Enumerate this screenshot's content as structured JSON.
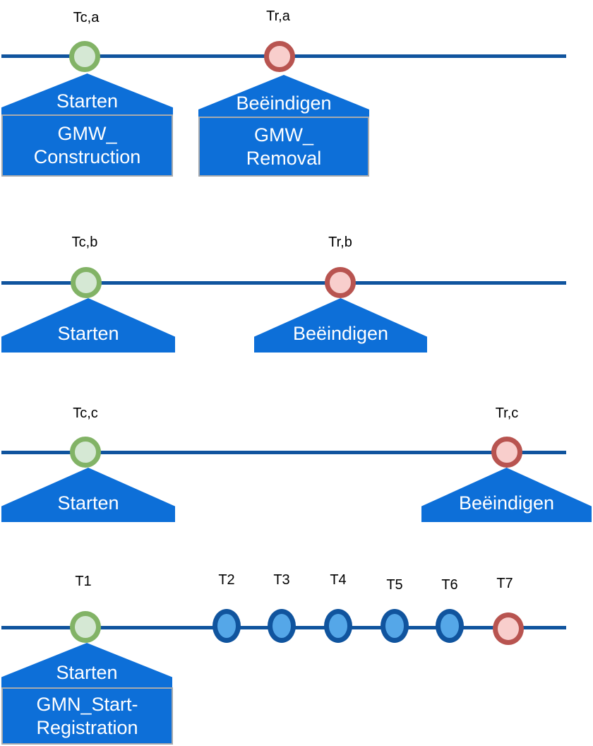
{
  "colors": {
    "timeline_line": "#10549e",
    "callout_blue": "#0d6fd8",
    "marker_green_border": "#82b366",
    "marker_green_fill": "#d5e8d4",
    "marker_red_border": "#b85450",
    "marker_red_fill": "#f8cecc",
    "marker_blue_border": "#10549e",
    "marker_blue_fill": "#55a7e8",
    "box_border_gray": "#a6aaae",
    "label_text": "#000000",
    "shape_text": "#ffffff"
  },
  "timelines": [
    {
      "name": "timeline-a",
      "events": [
        {
          "time_label": "Tc,a",
          "marker": "green",
          "action_label": "Starten",
          "document_lines": [
            "GMW_",
            "Construction"
          ]
        },
        {
          "time_label": "Tr,a",
          "marker": "red",
          "action_label": "Beëindigen",
          "document_lines": [
            "GMW_",
            "Removal"
          ]
        }
      ]
    },
    {
      "name": "timeline-b",
      "events": [
        {
          "time_label": "Tc,b",
          "marker": "green",
          "action_label": "Starten"
        },
        {
          "time_label": "Tr,b",
          "marker": "red",
          "action_label": "Beëindigen"
        }
      ]
    },
    {
      "name": "timeline-c",
      "events": [
        {
          "time_label": "Tc,c",
          "marker": "green",
          "action_label": "Starten"
        },
        {
          "time_label": "Tr,c",
          "marker": "red",
          "action_label": "Beëindigen"
        }
      ]
    },
    {
      "name": "timeline-t",
      "events": [
        {
          "time_label": "T1",
          "marker": "green",
          "action_label": "Starten",
          "document_lines": [
            "GMN_Start-",
            "Registration"
          ]
        },
        {
          "time_label": "T2",
          "marker": "blue"
        },
        {
          "time_label": "T3",
          "marker": "blue"
        },
        {
          "time_label": "T4",
          "marker": "blue"
        },
        {
          "time_label": "T5",
          "marker": "blue"
        },
        {
          "time_label": "T6",
          "marker": "blue"
        },
        {
          "time_label": "T7",
          "marker": "red"
        }
      ]
    }
  ]
}
